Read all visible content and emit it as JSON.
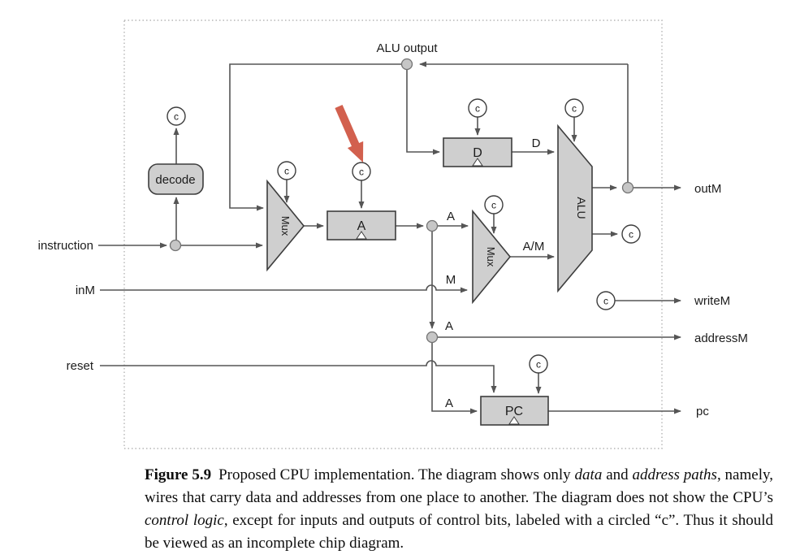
{
  "diagram": {
    "alu_output_label": "ALU output",
    "control_bit": "c",
    "inputs": {
      "instruction": "instruction",
      "inM": "inM",
      "reset": "reset"
    },
    "outputs": {
      "outM": "outM",
      "writeM": "writeM",
      "addressM": "addressM",
      "pc": "pc"
    },
    "components": {
      "decode": "decode",
      "mux1": "Mux",
      "mux2": "Mux",
      "a_register": "A",
      "d_register": "D",
      "alu": "ALU",
      "pc_register": "PC"
    },
    "wire_labels": {
      "a": "A",
      "m": "M",
      "d": "D",
      "a_m": "A/M"
    },
    "colors": {
      "box_fill": "#cfcfcf",
      "wire": "#555555",
      "box_border": "#3d3d3d",
      "junction_fill": "#c6c6c6",
      "dotted_border": "#b5b5b5",
      "red_arrow": "#d2604e"
    }
  },
  "caption": {
    "figure_label": "Figure 5.9",
    "part1": "Proposed CPU implementation. The diagram shows only ",
    "italic_data": "data",
    "part2": " and ",
    "italic_address_paths": "address paths",
    "part3": ", namely, wires that carry data and addresses from one place to another. The diagram does not show the CPU’s ",
    "italic_control_logic": "control logic",
    "part4": ", except for inputs and outputs of control bits, labeled with a circled “c”. Thus it should be viewed as an incomplete chip diagram."
  }
}
